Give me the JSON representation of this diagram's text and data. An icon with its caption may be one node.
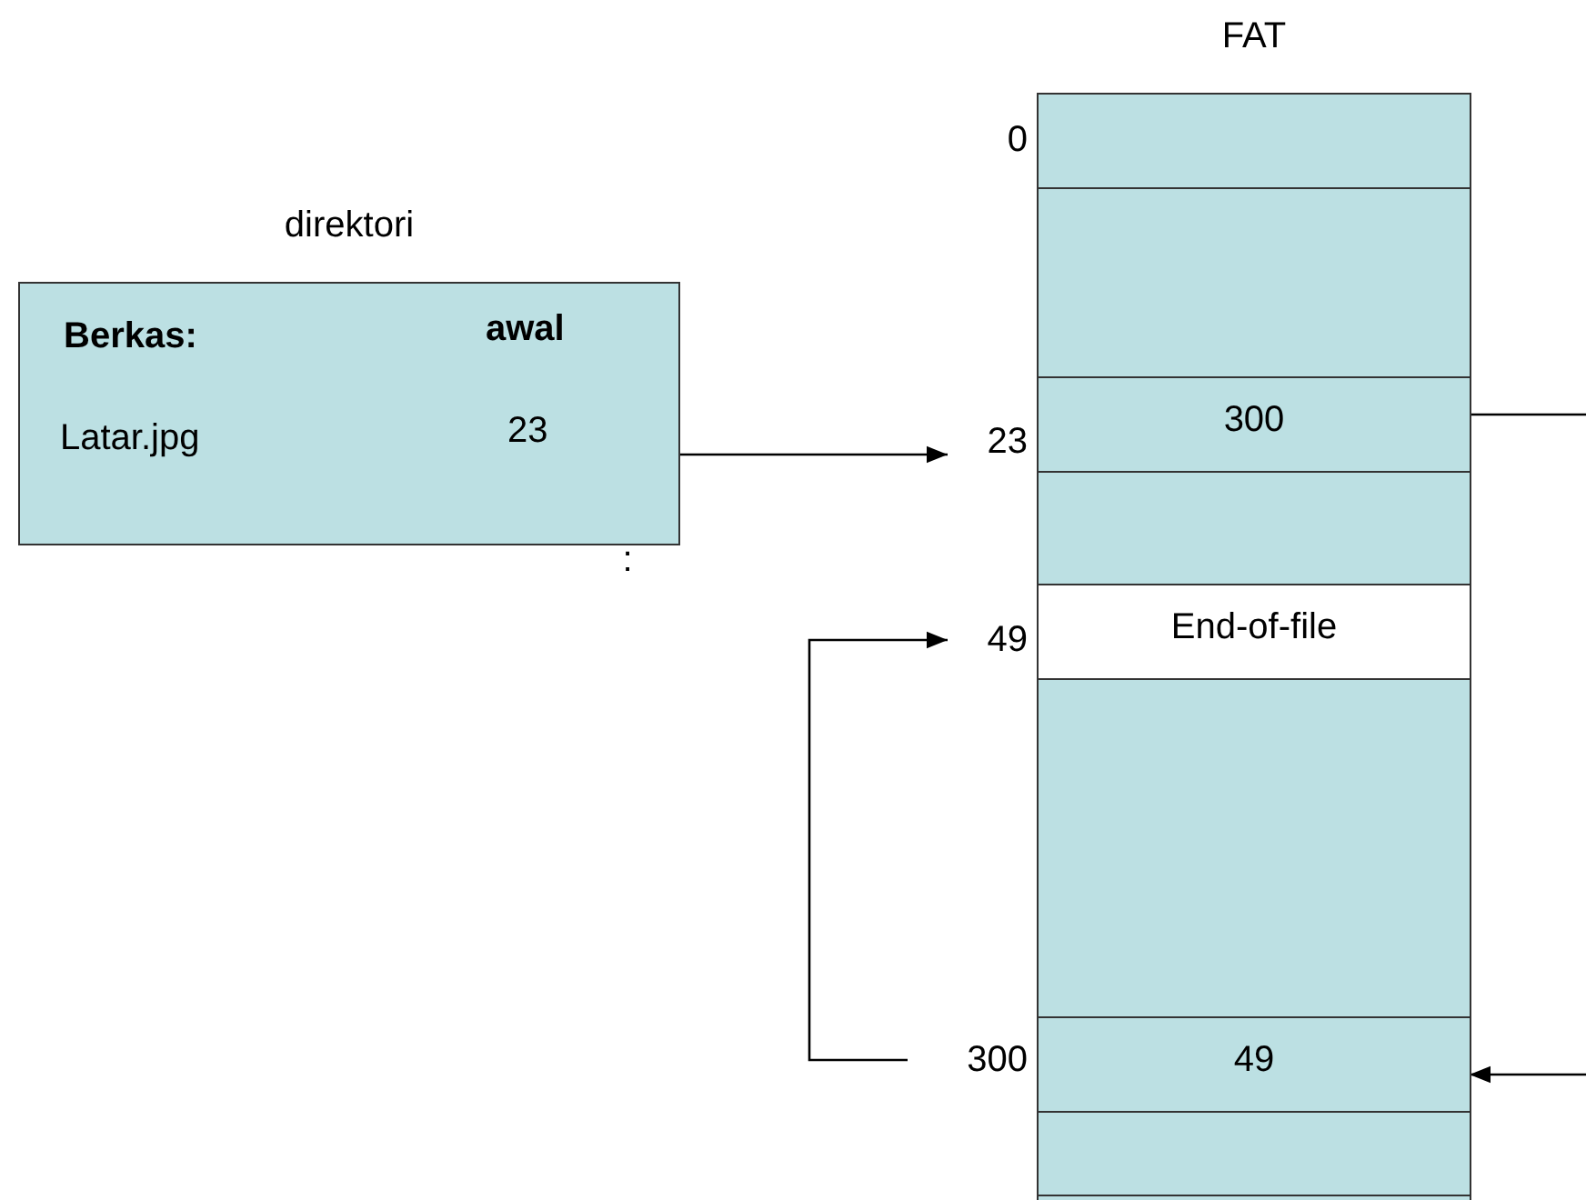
{
  "diagram": {
    "nodes": [
      {
        "text": [
          "direktori",
          "Berkas:",
          "awal",
          "Latar.jpg",
          "23"
        ]
      },
      {
        "text": [
          "FAT"
        ]
      },
      {
        "text": [],
        "shape": "box",
        "in": 1
      },
      {
        "text": [],
        "shape": "box",
        "in": 1
      },
      {
        "text": [
          "300"
        ],
        "in": 1
      },
      {
        "text": [],
        "shape": "box",
        "in": 1
      },
      {
        "text": [
          "End-of-file"
        ],
        "in": 1
      },
      {
        "text": [],
        "shape": "box",
        "in": 1
      },
      {
        "text": [
          "49"
        ],
        "in": 1
      },
      {
        "text": [],
        "shape": "box",
        "in": 1
      },
      {
        "text": [
          "23"
        ]
      },
      {
        "text": [
          "49"
        ]
      },
      {
        "text": [
          "300"
        ]
      }
    ],
    "edges": [
      {
        "from": 0,
        "to": 10,
        "arrow": "to"
      },
      {
        "from": 4,
        "to": null,
        "arrow": "none"
      },
      {
        "from": 12,
        "to": 11,
        "arrow": "to"
      },
      {
        "from": null,
        "to": 8,
        "arrow": "to"
      }
    ],
    "labels": [
      "0",
      ":"
    ]
  }
}
